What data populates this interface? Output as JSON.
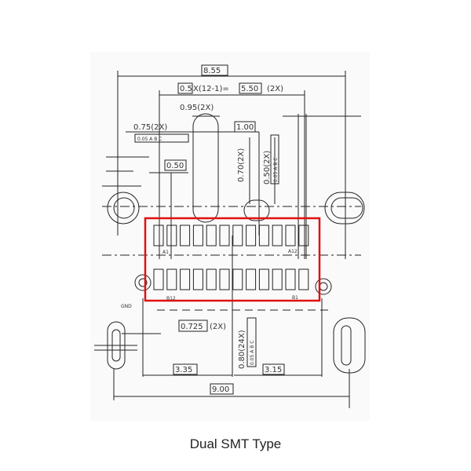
{
  "caption": "Dual SMT Type",
  "colors": {
    "highlight": "#e01010",
    "line": "#222222"
  },
  "dims": {
    "overall_top": "8.55",
    "pitch": "0.5",
    "pitch_formula": "X(12-1)=",
    "span": "5.50",
    "span_qty": "(2X)",
    "slot_width": "0.95(2X)",
    "hole_offset": "0.75(2X)",
    "tol_a": "0.05 A B C",
    "hole_spacing": "1.00",
    "pad_width": "0.50",
    "slot_len": "0.70(2X)",
    "hole_len": "0.50(2X)",
    "tol_b": "0.05 A B C",
    "edge": "0.725",
    "edge_qty": "(2X)",
    "pad_len": "0.80(24X)",
    "tol_c": "0.05 A B C",
    "left_half": "3.35",
    "right_half": "3.15",
    "overall_bottom": "9.00"
  },
  "pins": {
    "a1": "A1",
    "a12": "A12",
    "b12": "B12",
    "b1": "B1",
    "gnd": "GND"
  }
}
